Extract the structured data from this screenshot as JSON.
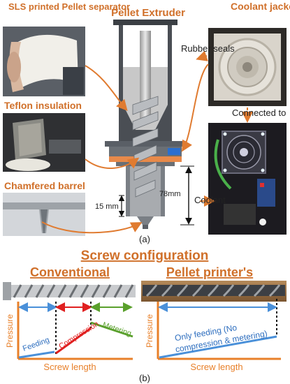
{
  "top": {
    "title": "Pellet Extruder",
    "left_labels": {
      "sls": "SLS printed Pellet separator",
      "teflon": "Teflon insulation",
      "chamfered": "Chamfered barrel"
    },
    "right_labels": {
      "coolant_jacket": "Coolant jacket",
      "rubber_seals": "Rubber seals",
      "connected_to": "Connected to",
      "coolant": "Coolant"
    },
    "dimensions": {
      "short": "15 mm",
      "long": "78mm"
    },
    "caption": "(a)"
  },
  "bottom": {
    "title": "Screw configuration",
    "conventional": {
      "title": "Conventional",
      "ylabel": "Pressure",
      "xlabel": "Screw length",
      "zones": [
        "Feeding",
        "Compression",
        "Metering"
      ]
    },
    "pellet": {
      "title": "Pellet printer's",
      "ylabel": "Pressure",
      "xlabel": "Screw length",
      "note": "Only feeding (No compression & metering)"
    },
    "caption": "(b)"
  },
  "colors": {
    "orange": "#d0702a",
    "blue": "#4a90d9",
    "red": "#e02020",
    "green": "#5aa02c",
    "axis": "#e8802a"
  },
  "chart_data": [
    {
      "type": "line",
      "title": "Conventional",
      "xlabel": "Screw length",
      "ylabel": "Pressure",
      "series": [
        {
          "name": "Feeding",
          "x": [
            0,
            1
          ],
          "y": [
            0,
            0.12
          ]
        },
        {
          "name": "Compression",
          "x": [
            1,
            2
          ],
          "y": [
            0.18,
            0.72
          ]
        },
        {
          "name": "Metering",
          "x": [
            2,
            3
          ],
          "y": [
            0.8,
            0.58
          ]
        }
      ]
    },
    {
      "type": "line",
      "title": "Pellet printer's",
      "xlabel": "Screw length",
      "ylabel": "Pressure",
      "series": [
        {
          "name": "Only feeding (No compression & metering)",
          "x": [
            0,
            1
          ],
          "y": [
            0,
            0.38
          ]
        }
      ]
    }
  ]
}
